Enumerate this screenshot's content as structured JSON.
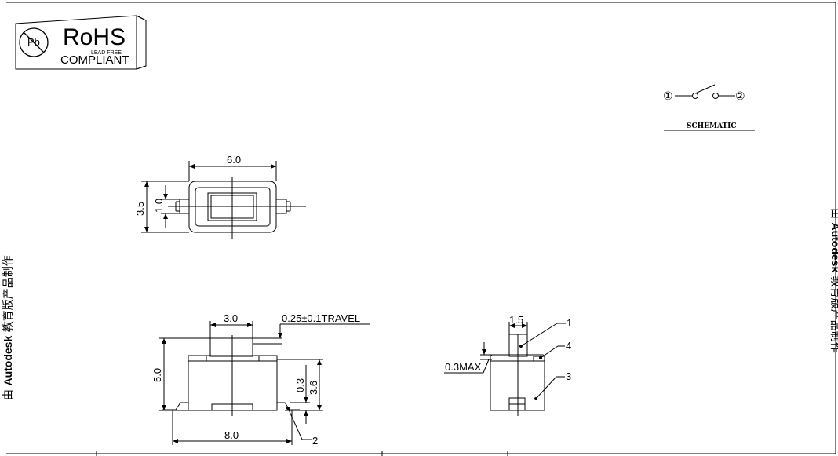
{
  "badge": {
    "title": "RoHS",
    "small": "LEAD FREE",
    "label": "COMPLIANT",
    "logo_letter": "Pb"
  },
  "schematic": {
    "pin1": "①",
    "pin2": "②",
    "label": "SCHEMATIC"
  },
  "top_view": {
    "width": "6.0",
    "height": "3.5",
    "inner": "1.0"
  },
  "front_view": {
    "actuator": "3.0",
    "travel": "0.25±0.1TRAVEL",
    "height": "5.0",
    "body_height": "3.6",
    "pin_height": "0.3",
    "length": "8.0",
    "callout_2": "2"
  },
  "side_view": {
    "actuator": "1.5",
    "max": "0.3MAX",
    "callout_1": "1",
    "callout_3": "3",
    "callout_4": "4"
  },
  "watermark": {
    "prefix": "由",
    "brand": "Autodesk",
    "suffix": "教育版产品制作"
  }
}
